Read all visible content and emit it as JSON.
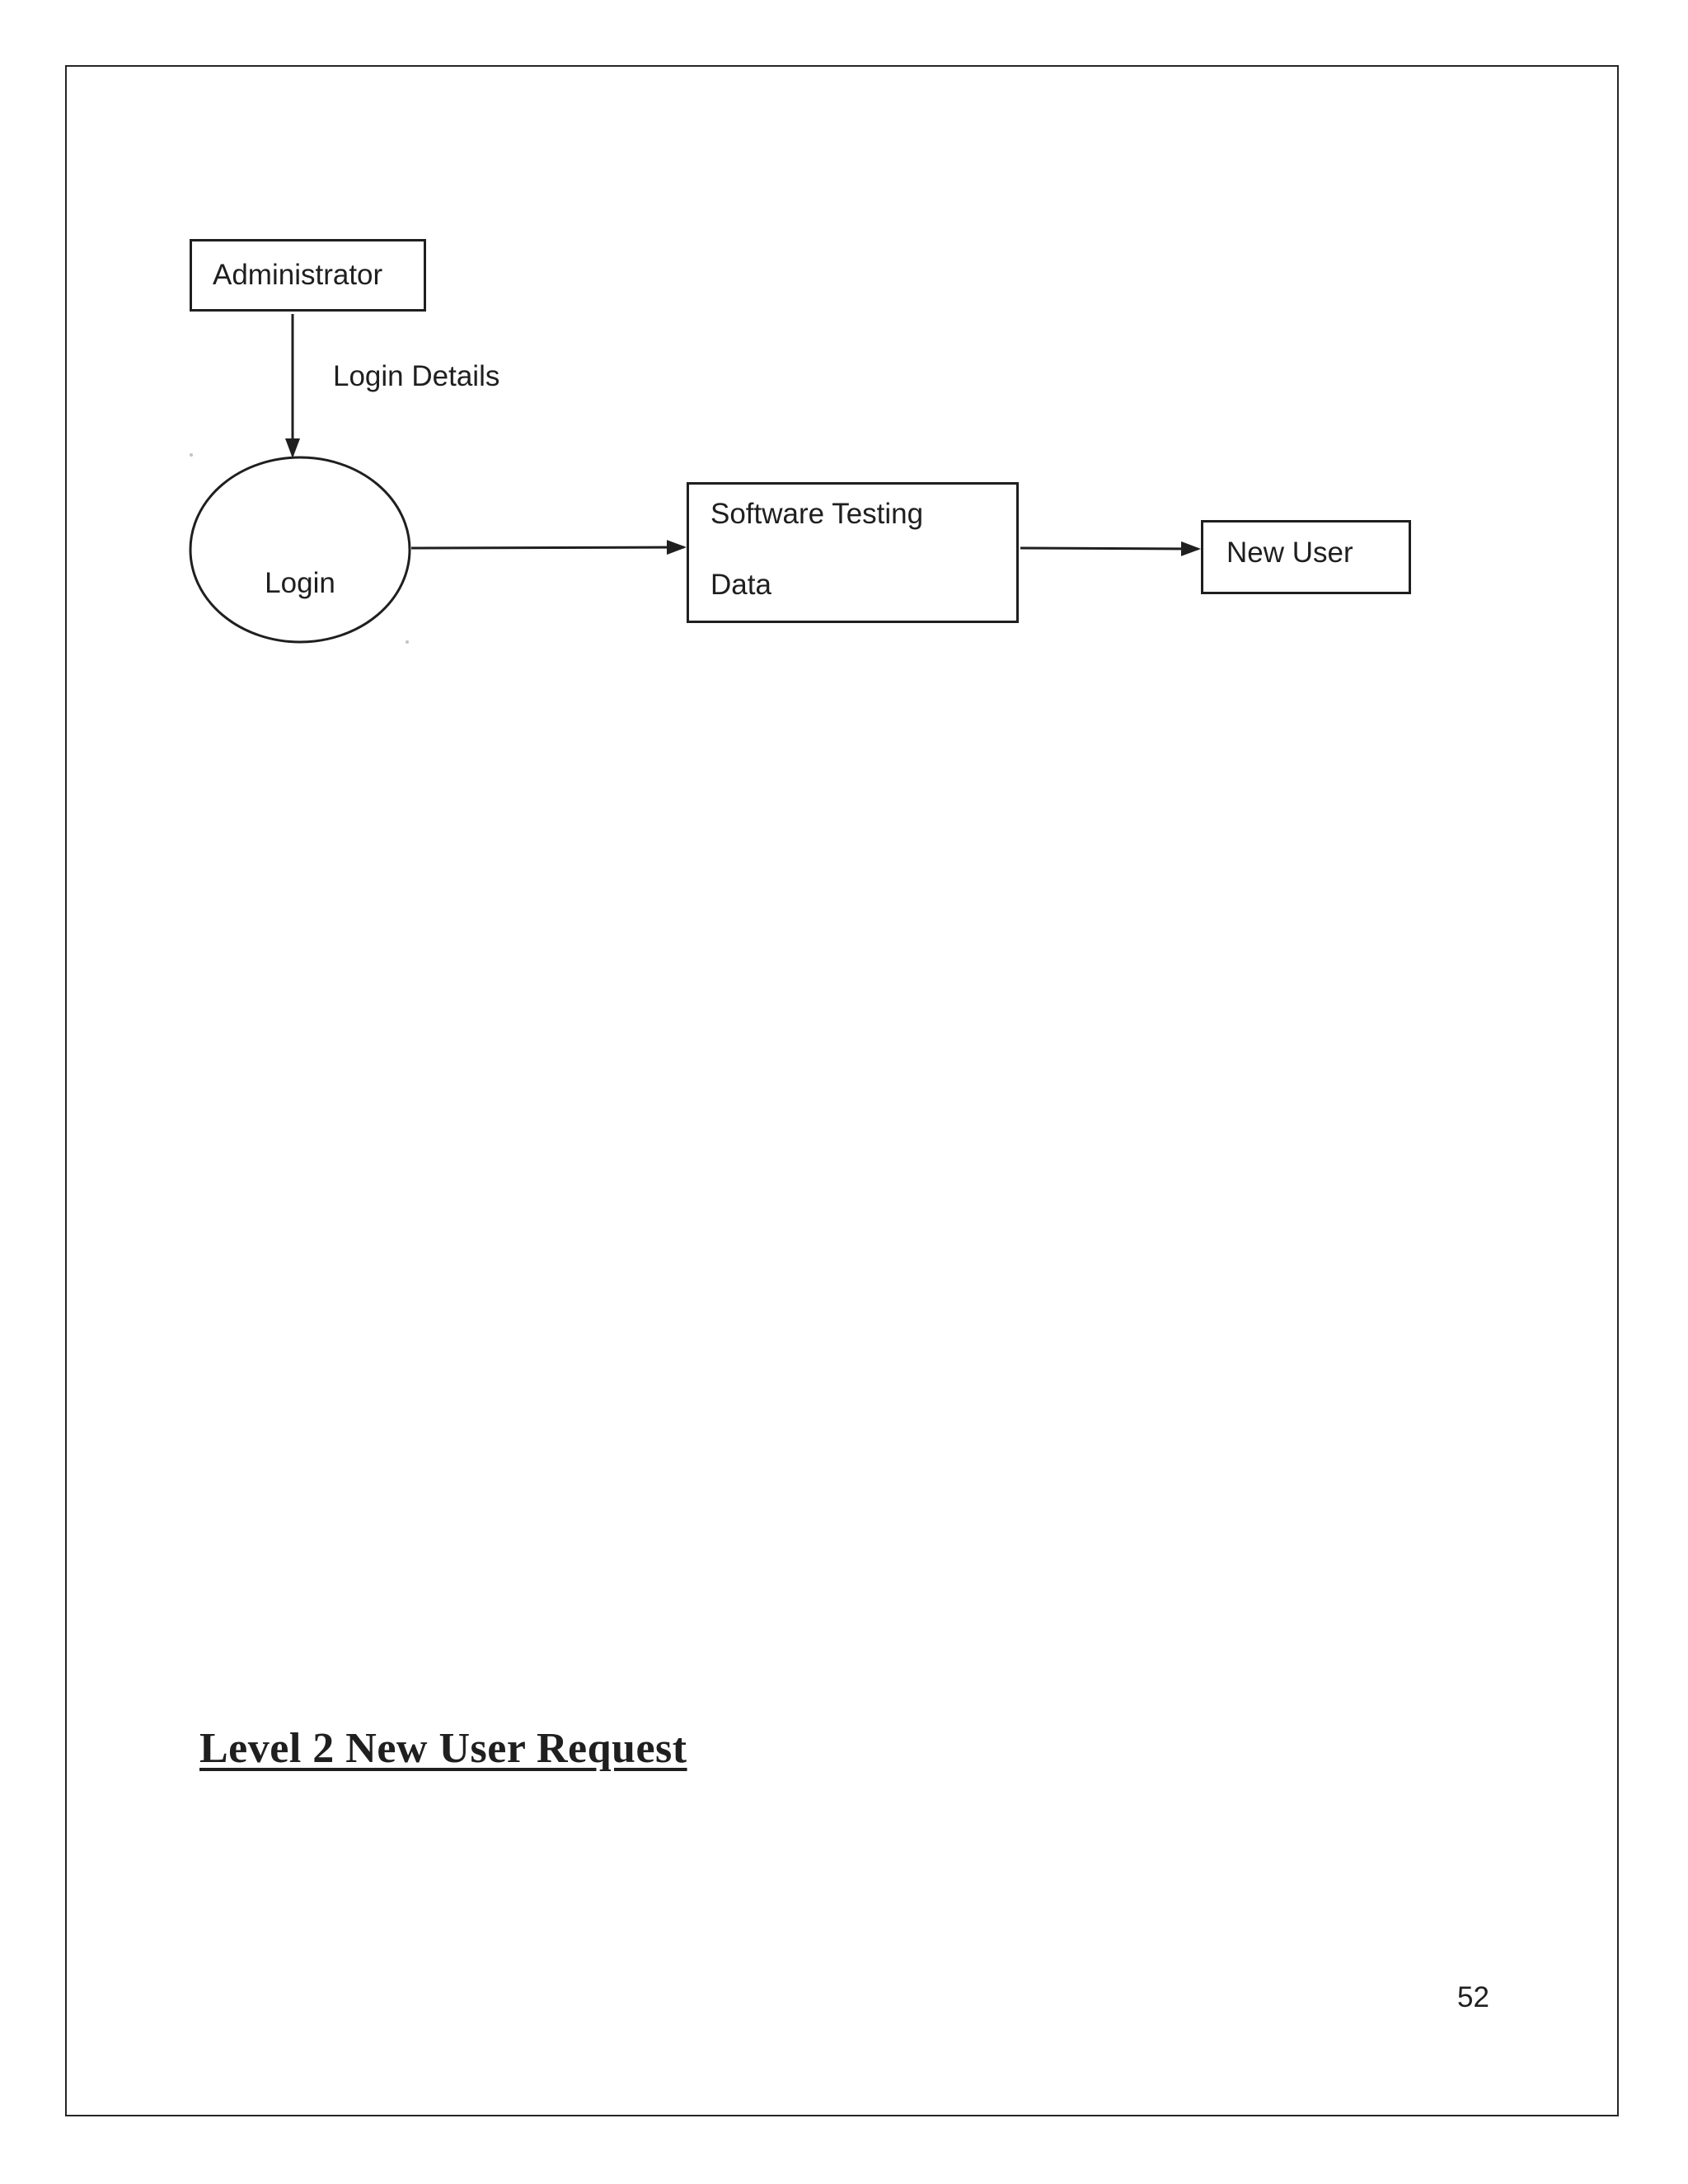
{
  "document": {
    "page_number": "52",
    "caption": "Level 2 New User Request"
  },
  "style": {
    "ink_color": "#1f1f1f",
    "paper_color": "#ffffff"
  },
  "diagram": {
    "type": "data-flow-diagram",
    "nodes": [
      {
        "id": "administrator",
        "shape": "rectangle",
        "label": "Administrator"
      },
      {
        "id": "login",
        "shape": "ellipse",
        "label": "Login"
      },
      {
        "id": "software-testing-data",
        "shape": "rectangle",
        "label_lines": [
          "Software Testing",
          "Data"
        ]
      },
      {
        "id": "new-user",
        "shape": "rectangle",
        "label": "New User"
      }
    ],
    "edges": [
      {
        "from": "administrator",
        "to": "login",
        "label": "Login Details"
      },
      {
        "from": "login",
        "to": "software-testing-data"
      },
      {
        "from": "software-testing-data",
        "to": "new-user"
      }
    ]
  }
}
